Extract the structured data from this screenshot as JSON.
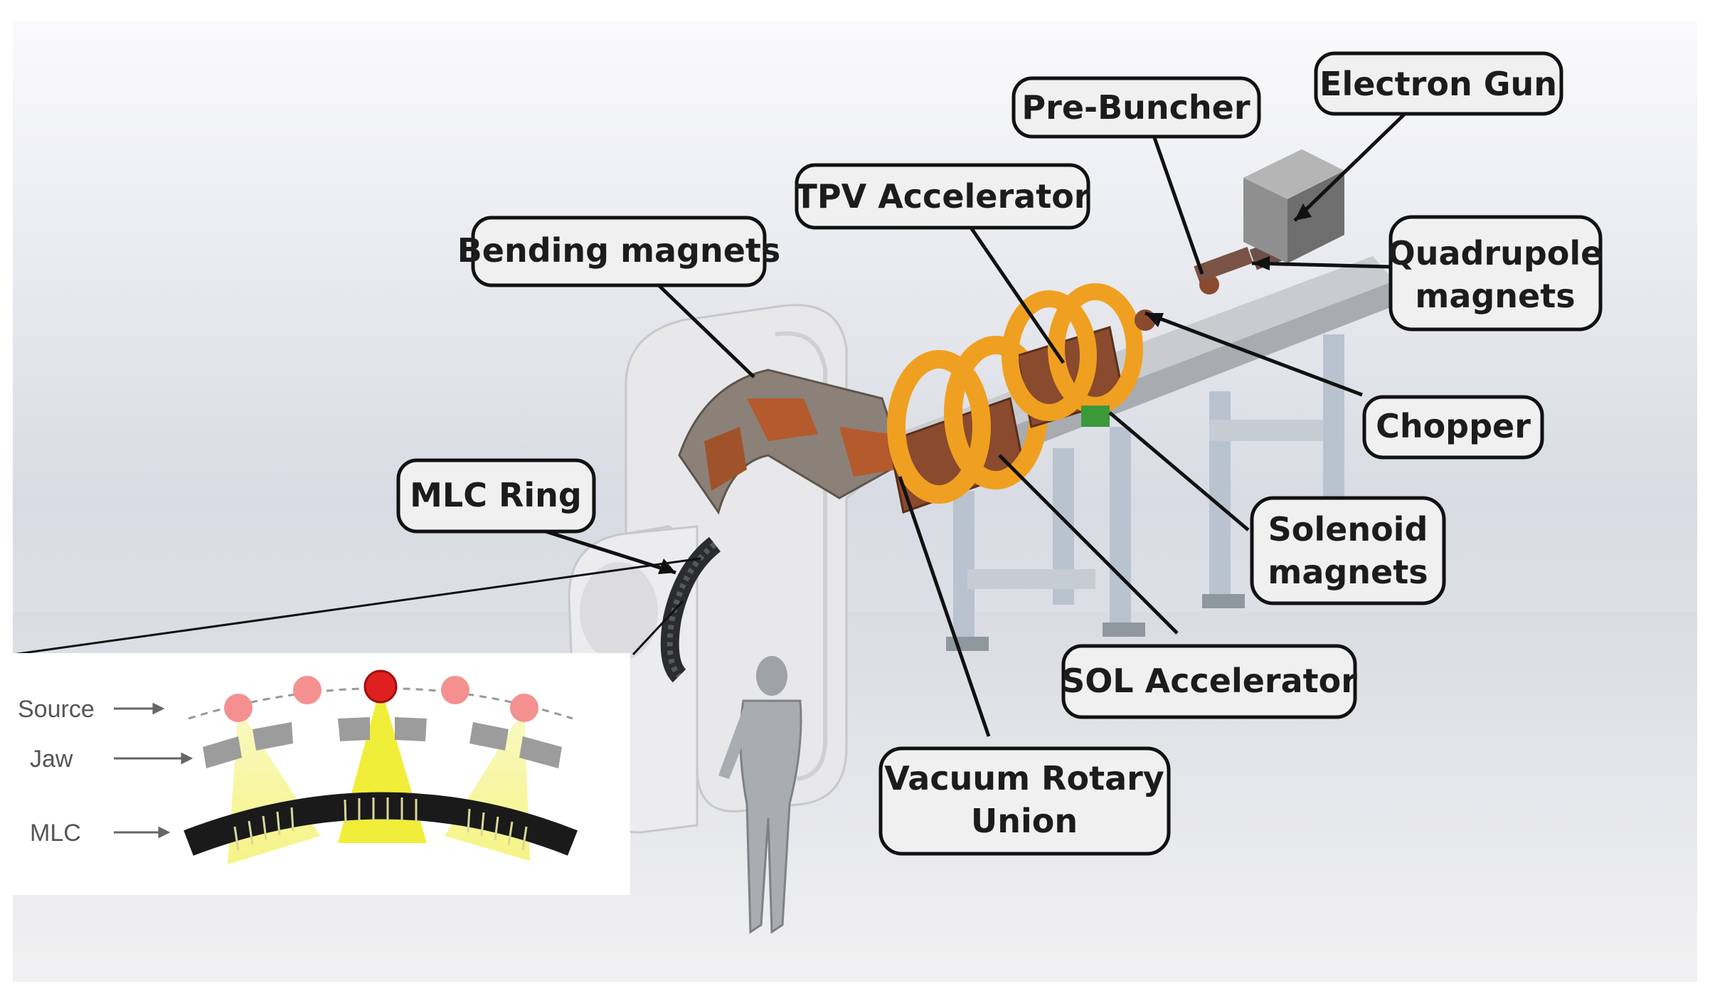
{
  "labels": {
    "electron_gun": "Electron Gun",
    "pre_buncher": "Pre-Buncher",
    "tpv_accelerator": "TPV Accelerator",
    "bending_magnets": "Bending magnets",
    "quadrupole_magnets_line1": "Quadrupole",
    "quadrupole_magnets_line2": "magnets",
    "chopper": "Chopper",
    "mlc_ring": "MLC Ring",
    "solenoid_magnets_line1": "Solenoid",
    "solenoid_magnets_line2": "magnets",
    "sol_accelerator": "SOL Accelerator",
    "vacuum_rotary_union_line1": "Vacuum Rotary",
    "vacuum_rotary_union_line2": "Union"
  },
  "inset": {
    "source_label": "Source",
    "jaw_label": "Jaw",
    "mlc_label": "MLC"
  },
  "colors": {
    "solenoid_orange": "#f0a020",
    "copper": "#8a4a2e",
    "source_red": "#e02020",
    "source_pink": "#f49090",
    "beam_yellow": "#f2f070",
    "frame_grey": "#e6e6e6"
  }
}
